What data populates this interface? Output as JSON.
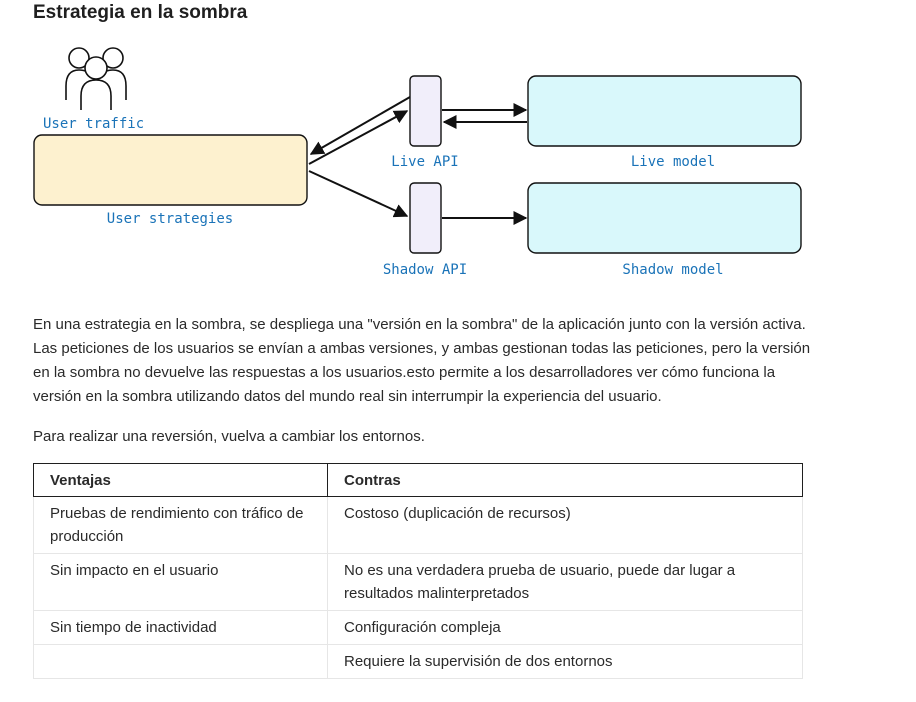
{
  "title": "Estrategia en la sombra",
  "diagram": {
    "user_traffic": "User traffic",
    "user_strategies": "User strategies",
    "live_api": "Live API",
    "live_model": "Live model",
    "shadow_api": "Shadow API",
    "shadow_model": "Shadow model",
    "icons": [
      "users-icon"
    ],
    "colors": {
      "label": "#1a73b8",
      "user_box": "#fdf1cf",
      "api_box": "#f1eefa",
      "model_box": "#d9f8fb"
    }
  },
  "paragraphs": [
    "En una estrategia en la sombra, se despliega una \"versión en la sombra\" de la aplicación junto con la versión activa. Las peticiones de los usuarios se envían a ambas versiones, y ambas gestionan todas las peticiones, pero la versión en la sombra no devuelve las respuestas a los usuarios.esto permite a los desarrolladores ver cómo funciona la versión en la sombra utilizando datos del mundo real sin interrumpir la experiencia del usuario.",
    "Para realizar una reversión, vuelva a cambiar los entornos."
  ],
  "table": {
    "headers": [
      "Ventajas",
      "Contras"
    ],
    "rows": [
      [
        "Pruebas de rendimiento con tráfico de producción",
        "Costoso (duplicación de recursos)"
      ],
      [
        "Sin impacto en el usuario",
        "No es una verdadera prueba de usuario, puede dar lugar a resultados malinterpretados"
      ],
      [
        "Sin tiempo de inactividad",
        "Configuración compleja"
      ],
      [
        "",
        "Requiere la supervisión de dos entornos"
      ]
    ]
  }
}
